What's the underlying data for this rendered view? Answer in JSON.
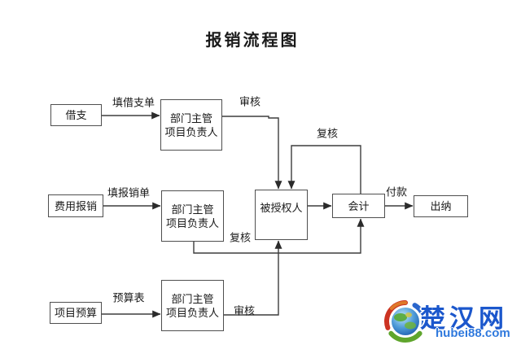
{
  "title": "报销流程图",
  "colors": {
    "line": "#3d3d3d",
    "box_border": "#4f4f4f",
    "text": "#1a1a1a",
    "watermark_name_blue": "#1b57cc",
    "watermark_url_blue": "#2f79dd",
    "logo_red": "#cc3322",
    "logo_green": "#5fa52c",
    "logo_blue": "#2a66cc"
  },
  "diagram": {
    "nodes": {
      "borrow": {
        "label": "借支"
      },
      "expense": {
        "label": "费用报销"
      },
      "project_budget": {
        "label": "项目预算"
      },
      "manager_top": {
        "line1": "部门主管",
        "line2": "项目负责人"
      },
      "manager_mid": {
        "line1": "部门主管",
        "line2": "项目负责人"
      },
      "manager_bottom": {
        "line1": "部门主管",
        "line2": "项目负责人"
      },
      "authorized_person": {
        "label": "被授权人"
      },
      "accountant": {
        "label": "会计"
      },
      "cashier": {
        "label": "出纳"
      }
    },
    "edge_labels": {
      "fill_borrow_form": "填借支单",
      "review_top": "审核",
      "fill_reimbursement_form": "填报销单",
      "recheck_mid": "复核",
      "budget_table": "预算表",
      "review_bottom": "审核",
      "payment": "付款",
      "recheck_loop": "复核"
    },
    "edges": [
      {
        "from": "借支",
        "to": "部门主管/项目负责人(上)",
        "label": "填借支单"
      },
      {
        "from": "部门主管/项目负责人(上)",
        "to": "被授权人",
        "label": "审核"
      },
      {
        "from": "费用报销",
        "to": "部门主管/项目负责人(中)",
        "label": "填报销单"
      },
      {
        "from": "部门主管/项目负责人(中)",
        "to": "会计",
        "label": "复核"
      },
      {
        "from": "项目预算",
        "to": "部门主管/项目负责人(下)",
        "label": "预算表"
      },
      {
        "from": "部门主管/项目负责人(下)",
        "to": "被授权人",
        "label": "审核"
      },
      {
        "from": "被授权人",
        "to": "会计",
        "label": ""
      },
      {
        "from": "会计",
        "to": "出纳",
        "label": "付款"
      },
      {
        "from": "会计",
        "to": "被授权人",
        "label": "复核"
      }
    ]
  },
  "watermark": {
    "site_name": "楚汉网",
    "site_url": "hubei88.com",
    "logo": "globe-swirl-logo"
  }
}
